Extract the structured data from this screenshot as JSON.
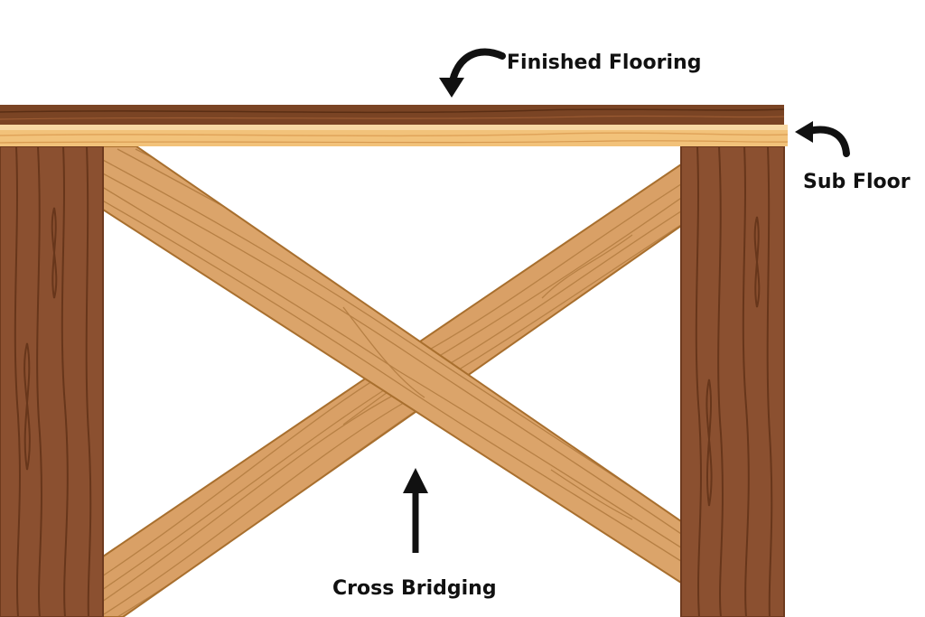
{
  "labels": {
    "finished_flooring": "Finished Flooring",
    "sub_floor": "Sub Floor",
    "cross_bridging": "Cross Bridging"
  },
  "colors": {
    "finished_flooring": "#7a4424",
    "sub_floor": "#f2c27a",
    "joist": "#8b5030",
    "joist_grain": "#5c2e14",
    "bridging": "#d9a066",
    "bridging_grain": "#b07a3e",
    "arrow": "#111111"
  }
}
